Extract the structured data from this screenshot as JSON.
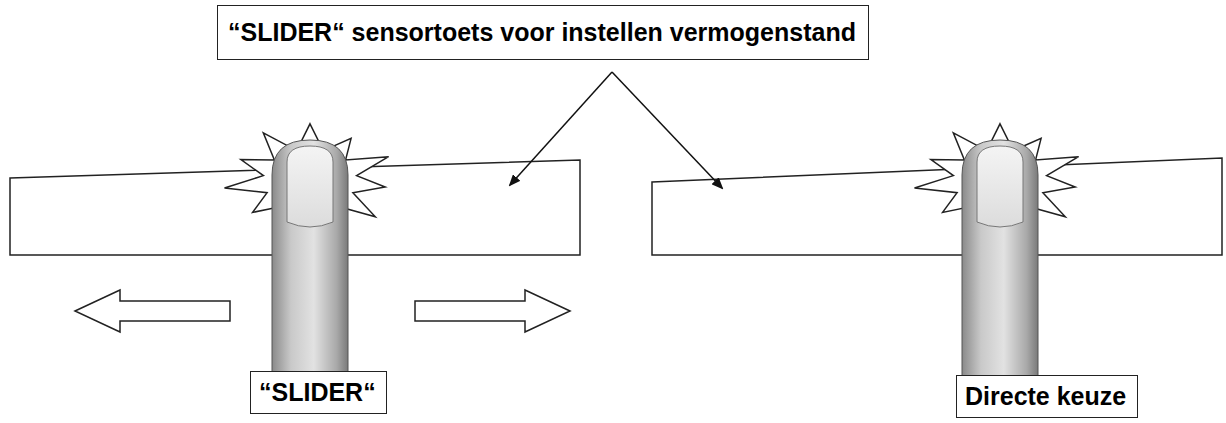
{
  "diagram": {
    "nodes": [
      {
        "text": [
          "“SLIDER“ sensortoets voor instellen vermogenstand"
        ]
      },
      {
        "text": [
          "“SLIDER“"
        ]
      },
      {
        "text": [
          "Directe keuze"
        ]
      }
    ]
  }
}
